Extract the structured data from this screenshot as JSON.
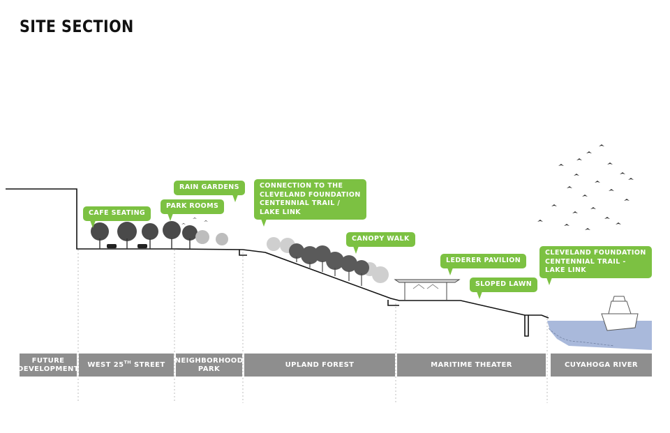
{
  "title": "SITE SECTION",
  "callouts": {
    "cafe_seating": "CAFE SEATING",
    "rain_gardens": "RAIN GARDENS",
    "park_rooms": "PARK ROOMS",
    "connection_trail": [
      "CONNECTION TO THE",
      "CLEVELAND FOUNDATION",
      "CENTENNIAL TRAIL /",
      "LAKE LINK"
    ],
    "canopy_walk": "CANOPY WALK",
    "lederer_pavilion": "LEDERER PAVILION",
    "sloped_lawn": "SLOPED LAWN",
    "centennial_trail": [
      "CLEVELAND FOUNDATION",
      "CENTENNIAL TRAIL -",
      "LAKE LINK"
    ]
  },
  "zones": {
    "future_development": [
      "FUTURE",
      "DEVELOPMENT"
    ],
    "west_25th_street": {
      "pre": "WEST 25",
      "sup": "TH",
      "post": " STREET"
    },
    "neighborhood_park": [
      "NEIGHBORHOOD",
      "PARK"
    ],
    "upland_forest": "UPLAND FOREST",
    "maritime_theater": "MARITIME THEATER",
    "cuyahoga_river": "CUYAHOGA RIVER"
  },
  "colors": {
    "callout_green": "#7cc142",
    "zone_gray": "#8e8e8e",
    "river_blue": "#a9b9db",
    "ground_line": "#111111"
  }
}
